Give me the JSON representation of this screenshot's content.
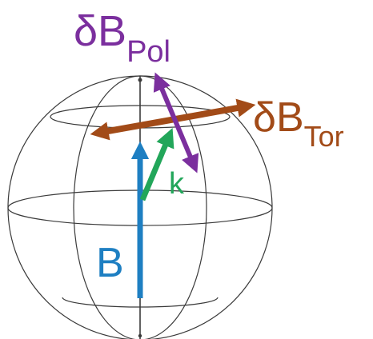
{
  "labels": {
    "delta_b_pol": {
      "main": "δB",
      "sub": "Pol"
    },
    "delta_b_tor": {
      "main": "δB",
      "sub": "Tor"
    },
    "k": "k",
    "b": "B"
  },
  "colors": {
    "sphere_line": "#3a3a3a",
    "b_field": "#1e7fc2",
    "k_vector": "#22a65a",
    "delta_b_pol": "#7b2f9e",
    "delta_b_tor": "#a24b18"
  },
  "icons": {
    "sphere": "wireframe-sphere",
    "b_arrow": "single-headed-arrow",
    "k_arrow": "single-headed-arrow",
    "pol_arrow": "double-headed-arrow",
    "tor_arrow": "double-headed-arrow"
  }
}
